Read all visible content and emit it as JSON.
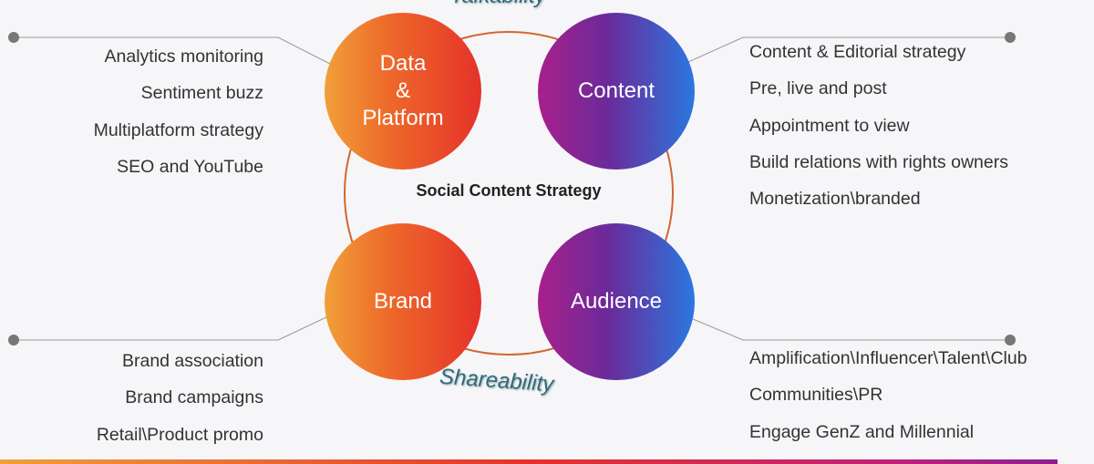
{
  "center_label": "Social Content Strategy",
  "arc_labels": {
    "top": "Talkability",
    "bottom": "Shareability"
  },
  "circles": {
    "data_platform": "Data\n&\nPlatform",
    "content": "Content",
    "brand": "Brand",
    "audience": "Audience"
  },
  "lists": {
    "data_platform": [
      "Analytics monitoring",
      "Sentiment buzz",
      "Multiplatform strategy",
      "SEO and YouTube"
    ],
    "content": [
      "Content & Editorial strategy",
      "Pre, live and post",
      "Appointment to view",
      "Build relations with rights owners",
      "Monetization\\branded"
    ],
    "brand": [
      "Brand association",
      "Brand campaigns",
      "Retail\\Product promo"
    ],
    "audience": [
      "Amplification\\Influencer\\Talent\\Club",
      "Communities\\PR",
      "Engage GenZ and Millennial"
    ]
  },
  "colors": {
    "warm": "#e5322a",
    "cool": "#2a78e0",
    "ring": "#d2662e",
    "text": "#333333"
  }
}
